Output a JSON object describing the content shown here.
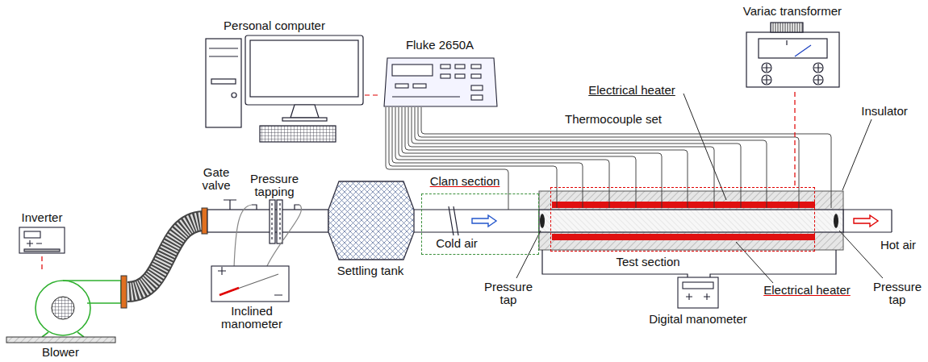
{
  "diagram": {
    "nodes": [
      {
        "text": [
          "Personal computer"
        ]
      },
      {
        "text": [
          "Fluke 2650A"
        ]
      },
      {
        "text": [
          "Variac transformer"
        ]
      },
      {
        "text": [
          "Inverter"
        ]
      },
      {
        "text": [
          "Blower"
        ]
      },
      {
        "text": [
          "Inclined manometer"
        ]
      },
      {
        "text": [
          "Settling tank"
        ]
      },
      {
        "text": [
          "Clam section",
          "Cold air"
        ]
      },
      {
        "text": [
          "Test section"
        ]
      },
      {
        "text": [
          "Digital manometer"
        ]
      }
    ],
    "edges": [
      {
        "from": 0,
        "to": 1,
        "arrow": "none"
      },
      {
        "from": 2,
        "to": 8,
        "arrow": "none"
      },
      {
        "from": 3,
        "to": 4,
        "arrow": "none"
      }
    ],
    "labels": [
      "Electrical heater",
      "Thermocouple set",
      "Insulator",
      "Gate valve",
      "Pressure tapping",
      "Pressure tap",
      "Hot air",
      "Pressure tap",
      "Electrical heater"
    ]
  }
}
